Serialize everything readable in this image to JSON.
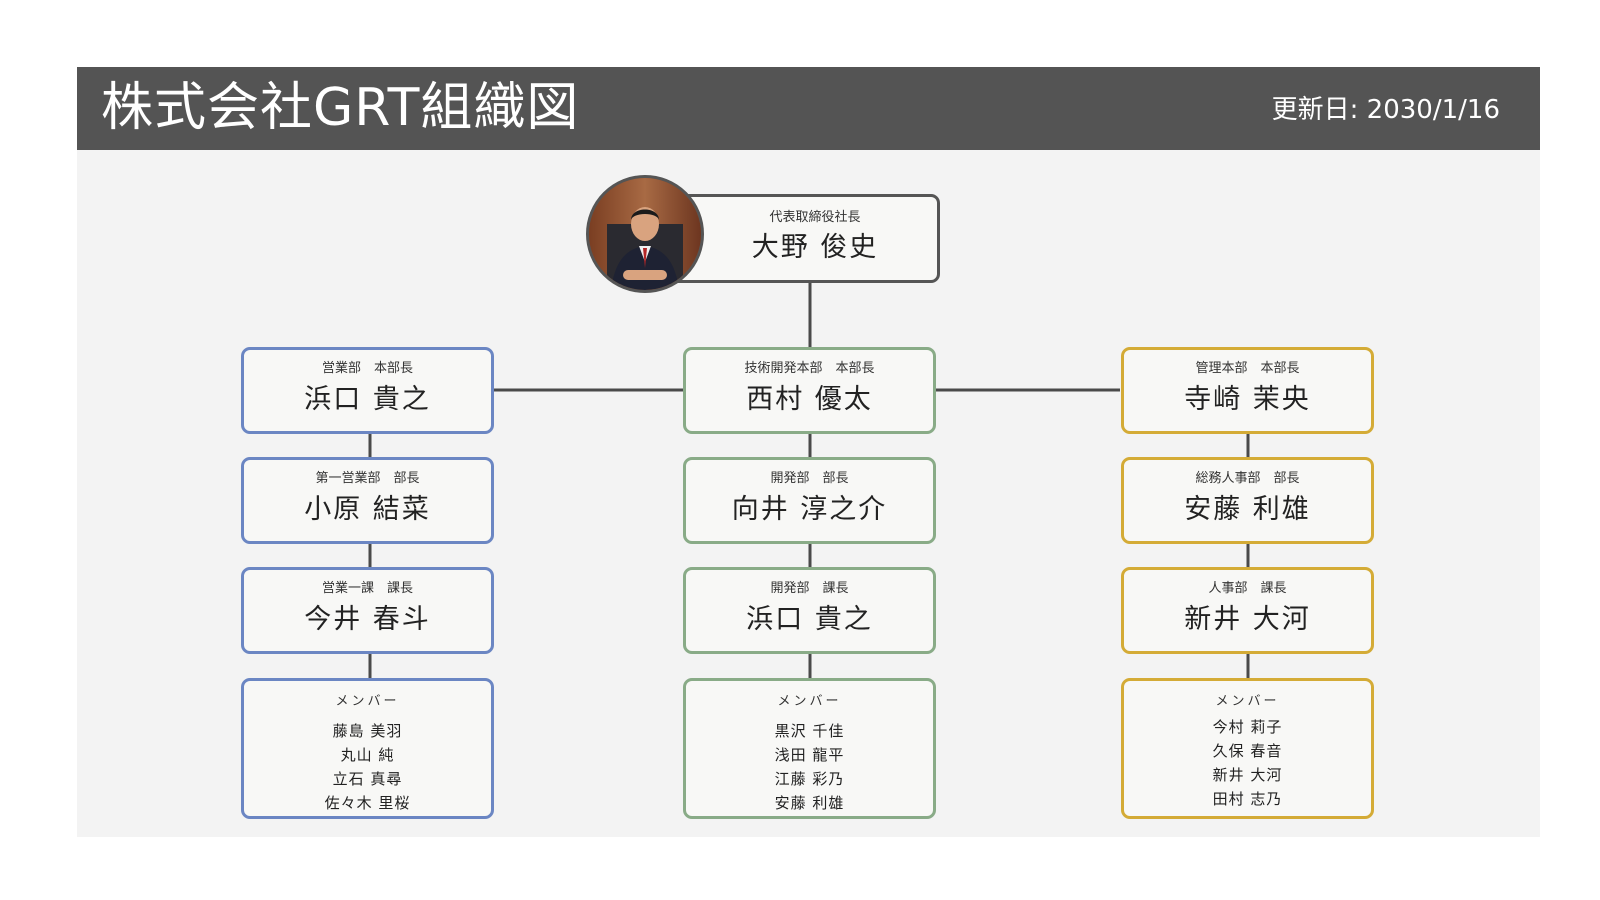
{
  "header": {
    "title": "株式会社GRT組織図",
    "updated": "更新日: 2030/1/16"
  },
  "colors": {
    "header_bg": "#545454",
    "sales": "#6b86c3",
    "tech": "#89ab87",
    "admin": "#d4ab36"
  },
  "ceo": {
    "role": "代表取締役社長",
    "name": "大野 俊史",
    "photo_icon": "person-photo"
  },
  "sales": {
    "head": {
      "role": "営業部　本部長",
      "name": "浜口 貴之"
    },
    "dept": {
      "role": "第一営業部　部長",
      "name": "小原 結菜"
    },
    "section": {
      "role": "営業一課　課長",
      "name": "今井 春斗"
    },
    "members": {
      "label": "メンバー",
      "list": [
        "藤島 美羽",
        "丸山 純",
        "立石 真尋",
        "佐々木 里桜"
      ]
    }
  },
  "tech": {
    "head": {
      "role": "技術開発本部　本部長",
      "name": "西村 優太"
    },
    "dept": {
      "role": "開発部　部長",
      "name": "向井 淳之介"
    },
    "section": {
      "role": "開発部　課長",
      "name": "浜口 貴之"
    },
    "members": {
      "label": "メンバー",
      "list": [
        "黒沢 千佳",
        "浅田 龍平",
        "江藤 彩乃",
        "安藤 利雄"
      ]
    }
  },
  "admin": {
    "head": {
      "role": "管理本部　本部長",
      "name": "寺崎 茉央"
    },
    "dept": {
      "role": "総務人事部　部長",
      "name": "安藤 利雄"
    },
    "section": {
      "role": "人事部　課長",
      "name": "新井 大河"
    },
    "members": {
      "label": "メンバー",
      "list": [
        "今村 莉子",
        "久保 春音",
        "新井 大河",
        "田村 志乃"
      ]
    }
  }
}
